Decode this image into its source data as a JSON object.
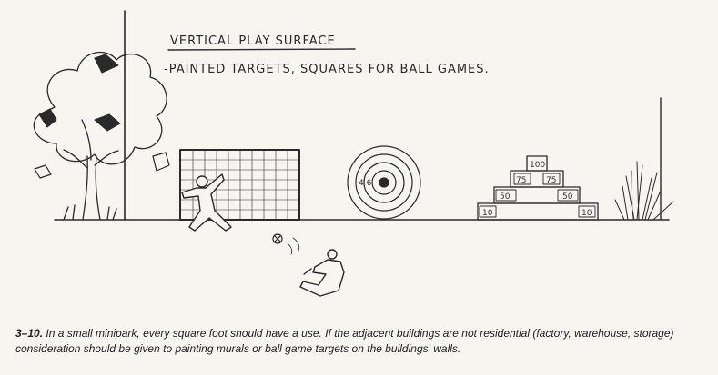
{
  "sketch": {
    "title": "VERTICAL PLAY SURFACE",
    "subtitle": "-PAINTED TARGETS, SQUARES FOR BALL GAMES.",
    "target_score": "4 6",
    "pyramid_scores": {
      "top": "100",
      "mid_left": "75",
      "mid_right": "75",
      "low_left": "50",
      "low_right": "50",
      "base_left": "10",
      "base_right": "10"
    }
  },
  "caption": {
    "figure": "3–10.",
    "text": " In a small minipark, every square foot should have a use. If the adjacent buildings are not residential (factory, warehouse, storage) consideration should be given to painting murals or ball game targets on the buildings' walls."
  }
}
